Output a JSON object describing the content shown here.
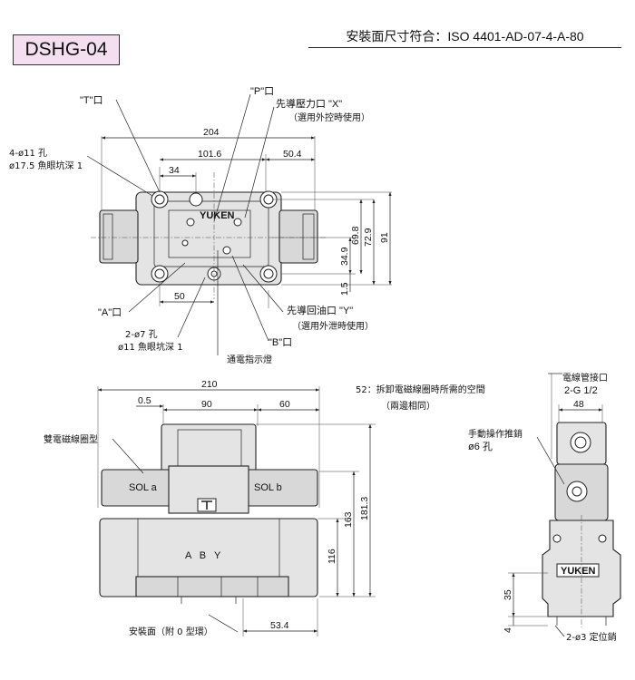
{
  "header": {
    "model": "DSHG-04",
    "standard": "安裝面尺寸符合：ISO 4401-AD-07-4-A-80"
  },
  "top_view": {
    "port_t": "\"T\"口",
    "port_p": "\"P\"口",
    "pilot_x": "先導壓力口 \"X\"",
    "pilot_x_note": "（選用外控時使用）",
    "bolt_hole_1": "4-ø11 孔",
    "bolt_hole_2": "ø17.5 魚眼坑深 1",
    "port_a": "\"A\"口",
    "pin_hole_1": "2-ø7 孔",
    "pin_hole_2": "ø11 魚眼坑深 1",
    "indicator": "通電指示燈",
    "port_b": "\"B\"口",
    "pilot_y": "先導回油口 \"Y\"",
    "pilot_y_note": "（選用外泄時使用）",
    "brand": "YUKEN",
    "dim_204": "204",
    "dim_101_6": "101.6",
    "dim_50_4": "50.4",
    "dim_34": "34",
    "dim_50": "50",
    "dim_34_9": "34.9",
    "dim_69_8": "69.8",
    "dim_72_9": "72.9",
    "dim_91": "91",
    "dim_1_5": "1.5"
  },
  "front_view": {
    "dim_210": "210",
    "coil_note": "52：拆卸電磁線圈時所需的空間",
    "coil_note_2": "（兩邊相同）",
    "dim_0_5": "0.5",
    "dim_90": "90",
    "dim_60": "60",
    "double_coil": "雙電磁線圈型",
    "sol_a": "SOL a",
    "sol_b": "SOL b",
    "port_marks": "A  B  Y",
    "dim_163": "163",
    "dim_181_3": "181.3",
    "dim_116": "116",
    "mount_face": "安裝面（附 0 型環）",
    "dim_53_4": "53.4"
  },
  "side_view": {
    "conduit": "電線管接口",
    "conduit_size": "2-G 1/2",
    "dim_48": "48",
    "manual_1": "手動操作推銷",
    "manual_2": "ø6 孔",
    "brand": "YUKEN",
    "dim_35": "35",
    "dim_4": "4",
    "locating_pin": "2-ø3 定位銷"
  }
}
